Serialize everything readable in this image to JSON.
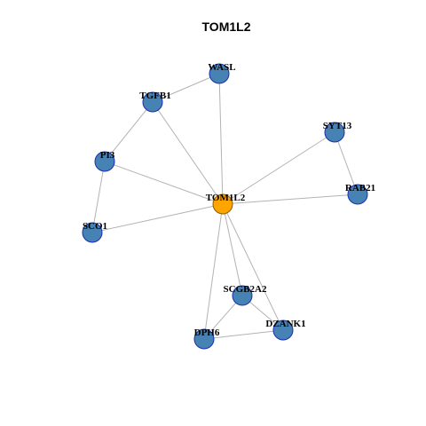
{
  "title": "TOM1L2",
  "colors": {
    "center_node": "#FFA500",
    "node": "#4682B4",
    "node_border": "#1a2fb0",
    "center_border": "#8a5a00",
    "edge": "#b3b3b3"
  },
  "nodes": [
    {
      "id": "TOM1L2",
      "label": "TOM1L2",
      "center": true
    },
    {
      "id": "WASL",
      "label": "WASL"
    },
    {
      "id": "TGFB1",
      "label": "TGFB1"
    },
    {
      "id": "SYT13",
      "label": "SYT13"
    },
    {
      "id": "PI3",
      "label": "PI3"
    },
    {
      "id": "RAB21",
      "label": "RAB21"
    },
    {
      "id": "SCO1",
      "label": "SCO1"
    },
    {
      "id": "SCGB2A2",
      "label": "SCGB2A2"
    },
    {
      "id": "DZANK1",
      "label": "DZANK1"
    },
    {
      "id": "DPH6",
      "label": "DPH6"
    }
  ],
  "edges": [
    [
      "TOM1L2",
      "WASL"
    ],
    [
      "TOM1L2",
      "TGFB1"
    ],
    [
      "TOM1L2",
      "SYT13"
    ],
    [
      "TOM1L2",
      "PI3"
    ],
    [
      "TOM1L2",
      "RAB21"
    ],
    [
      "TOM1L2",
      "SCO1"
    ],
    [
      "TOM1L2",
      "SCGB2A2"
    ],
    [
      "TOM1L2",
      "DZANK1"
    ],
    [
      "TOM1L2",
      "DPH6"
    ],
    [
      "TGFB1",
      "WASL"
    ],
    [
      "TGFB1",
      "PI3"
    ],
    [
      "PI3",
      "SCO1"
    ],
    [
      "SYT13",
      "RAB21"
    ],
    [
      "SCGB2A2",
      "DPH6"
    ],
    [
      "SCGB2A2",
      "DZANK1"
    ],
    [
      "DPH6",
      "DZANK1"
    ]
  ]
}
